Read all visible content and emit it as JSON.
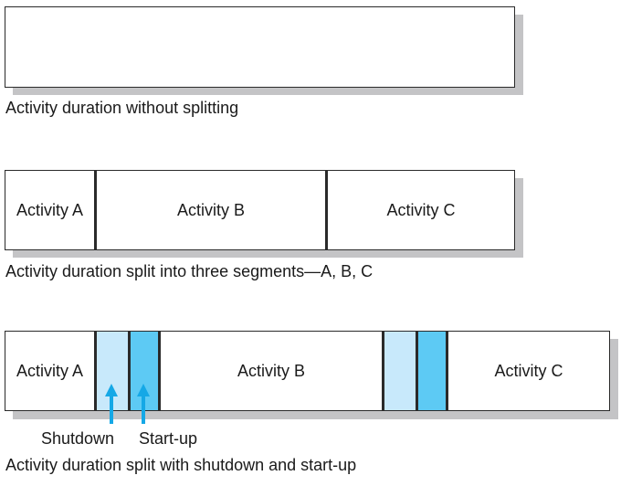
{
  "diagrams": [
    {
      "caption": "Activity duration without splitting"
    },
    {
      "segments": [
        "Activity A",
        "Activity B",
        "Activity C"
      ],
      "caption": "Activity duration split into three segments—A, B, C"
    },
    {
      "segments": [
        "Activity A",
        "Activity B",
        "Activity C"
      ],
      "arrow_labels": [
        "Shutdown",
        "Start-up"
      ],
      "caption": "Activity duration split with shutdown and start-up"
    }
  ],
  "colors": {
    "shutdown_fill": "#c8e9fb",
    "startup_fill": "#5dcaf4",
    "arrow": "#15a8e6",
    "shadow": "#c4c4c6"
  }
}
